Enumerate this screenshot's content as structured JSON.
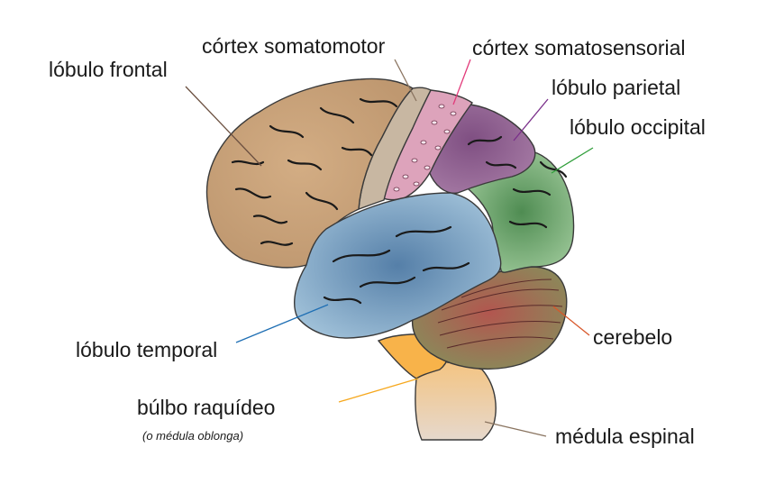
{
  "labels": {
    "frontal": "lóbulo frontal",
    "motor": "córtex somatomotor",
    "sensory": "córtex somatosensorial",
    "parietal": "lóbulo parietal",
    "occipital": "lóbulo occipital",
    "temporal": "lóbulo temporal",
    "cerebellum": "cerebelo",
    "medulla": "búlbo raquídeo",
    "medulla_note": "(o médula oblonga)",
    "spinal": "médula espinal"
  },
  "colors": {
    "frontal": "#c9a27a",
    "motor": "#c8b8a4",
    "sensory": "#d89ab4",
    "parietal": "#8d5f8f",
    "occipital": "#5e9a5e",
    "temporal": "#6d9bbf",
    "cerebellum": "#b5615a",
    "medulla": "#f6b44a",
    "spinal": "#e9d8c6",
    "line_frontal": "#6b5040",
    "line_motor": "#8a7460",
    "line_sensory": "#e23a7a",
    "line_parietal": "#7a2f8a",
    "line_occipital": "#2f9e3a",
    "line_temporal": "#1f6fb4",
    "line_cerebellum": "#d8572a",
    "line_medulla": "#f6a81e",
    "line_spinal": "#8a7460"
  }
}
